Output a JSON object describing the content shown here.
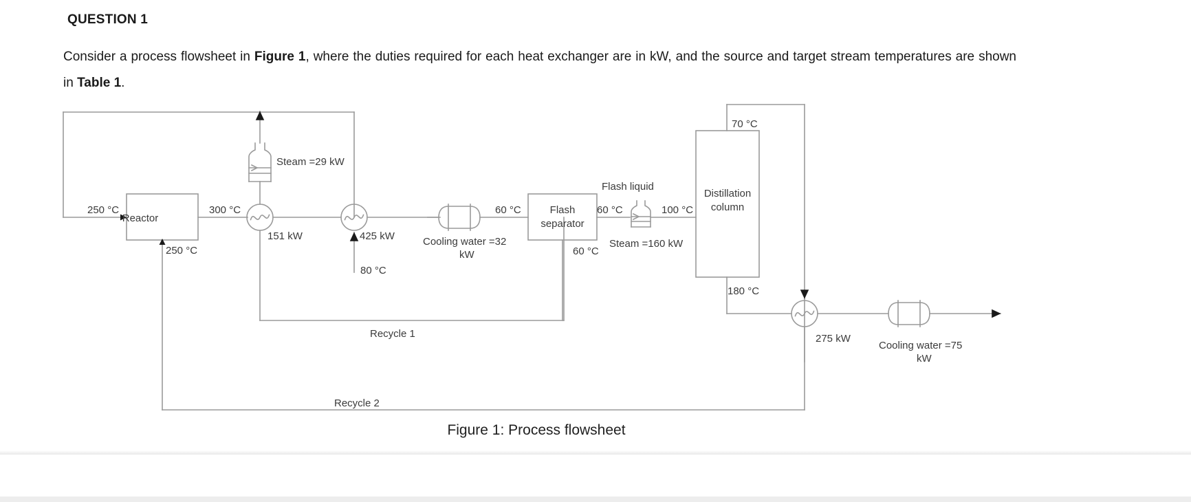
{
  "question": {
    "title": "QUESTION 1",
    "body_parts": [
      {
        "text": "Consider a process flowsheet in ",
        "bold": false
      },
      {
        "text": "Figure 1",
        "bold": true
      },
      {
        "text": ", where the duties required for each heat exchanger are in kW, and the source and target stream temperatures are shown in ",
        "bold": false
      },
      {
        "text": "Table 1",
        "bold": true
      },
      {
        "text": ".",
        "bold": false
      }
    ]
  },
  "figure": {
    "caption": "Figure 1: Process flowsheet",
    "line_color": "#9a9a9a",
    "text_color": "#3a3a3a",
    "units": [
      {
        "id": "reactor",
        "label": "Reactor"
      },
      {
        "id": "flash-separator",
        "label_line1": "Flash",
        "label_line2": "separator"
      },
      {
        "id": "distillation-column",
        "label_line1": "Distillation",
        "label_line2": "column"
      }
    ],
    "exchangers": [
      {
        "id": "hx-151",
        "duty": "151 kW"
      },
      {
        "id": "hx-425",
        "duty": "425 kW"
      },
      {
        "id": "hx-275",
        "duty": "275 kW"
      }
    ],
    "utilities": [
      {
        "id": "steam-reactor-vent",
        "label": "Steam =29 kW"
      },
      {
        "id": "cooling-water-flash-feed",
        "label_line1": "Cooling water =32",
        "label_line2": "kW"
      },
      {
        "id": "steam-flash-liquid",
        "label": "Steam =160 kW"
      },
      {
        "id": "cooling-water-product",
        "label_line1": "Cooling water =75",
        "label_line2": "kW"
      }
    ],
    "temperatures": {
      "reactor_feed": "250 °C",
      "reactor_recycle_in": "250 °C",
      "reactor_outlet": "300 °C",
      "cold_stream_80": "80 °C",
      "flash_feed": "60 °C",
      "flash_liquid": "60 °C",
      "flash_vapour_bottom": "60 °C",
      "column_feed": "100 °C",
      "column_top": "70 °C",
      "column_bottom": "180 °C"
    },
    "stream_labels": {
      "flash_liquid": "Flash liquid",
      "recycle1": "Recycle 1",
      "recycle2": "Recycle 2"
    }
  }
}
